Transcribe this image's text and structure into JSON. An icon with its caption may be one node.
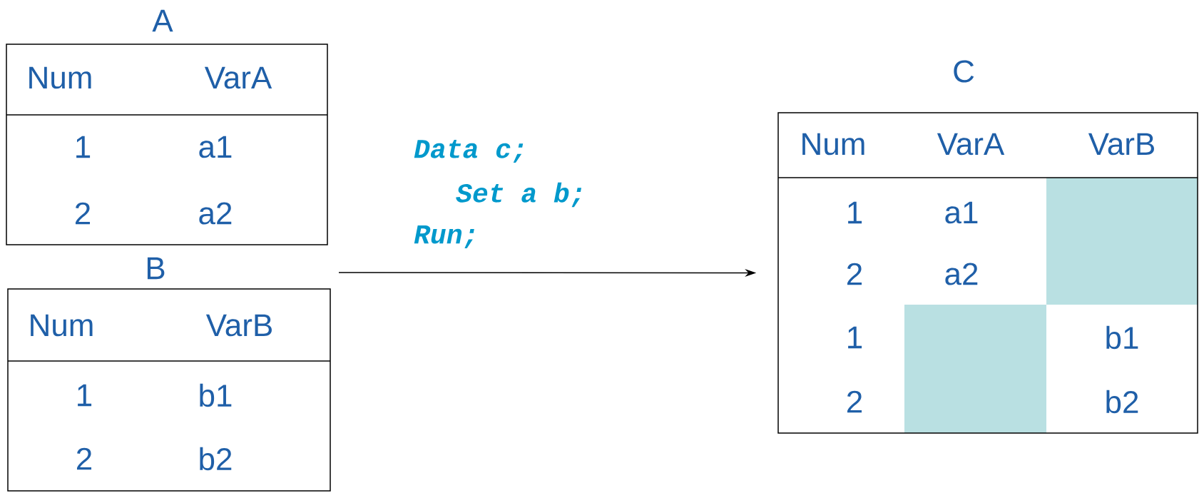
{
  "diagram": {
    "nodes": [
      {
        "text": [
          "A",
          "Num",
          "VarA",
          "1",
          "a1",
          "2",
          "a2"
        ]
      },
      {
        "text": [
          "B",
          "Num",
          "VarB",
          "1",
          "b1",
          "2",
          "b2"
        ]
      },
      {
        "text": [
          "C",
          "Num",
          "VarA",
          "VarB",
          "1",
          "a1",
          "2",
          "a2",
          "1",
          "b1",
          "2",
          "b2"
        ]
      }
    ],
    "edges": [
      {
        "from": null,
        "to": 2,
        "arrow": "to"
      }
    ],
    "labels": [
      "Data c;",
      "Set a b;",
      "Run;"
    ]
  }
}
